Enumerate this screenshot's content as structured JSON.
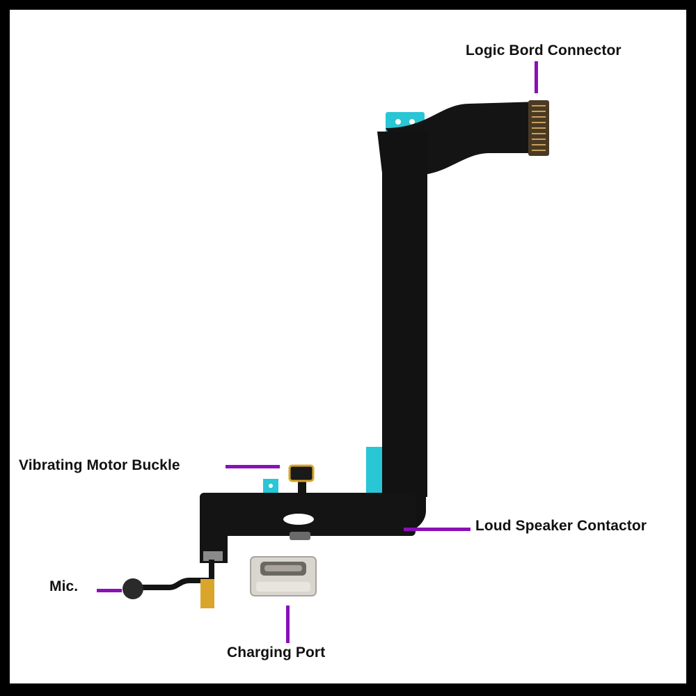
{
  "labels": {
    "logic_board_connector": "Logic Bord Connector",
    "vibrating_motor_buckle": "Vibrating Motor Buckle",
    "loud_speaker_contactor": "Loud Speaker Contactor",
    "mic": "Mic.",
    "charging_port": "Charging Port"
  },
  "colors": {
    "frame": "#000000",
    "background": "#ffffff",
    "leader_line": "#8a10b8",
    "flex_cable": "#111111",
    "adhesive": "#29c6d6",
    "port_metal": "#d9d6cf",
    "contact_gold": "#d9a62b"
  }
}
